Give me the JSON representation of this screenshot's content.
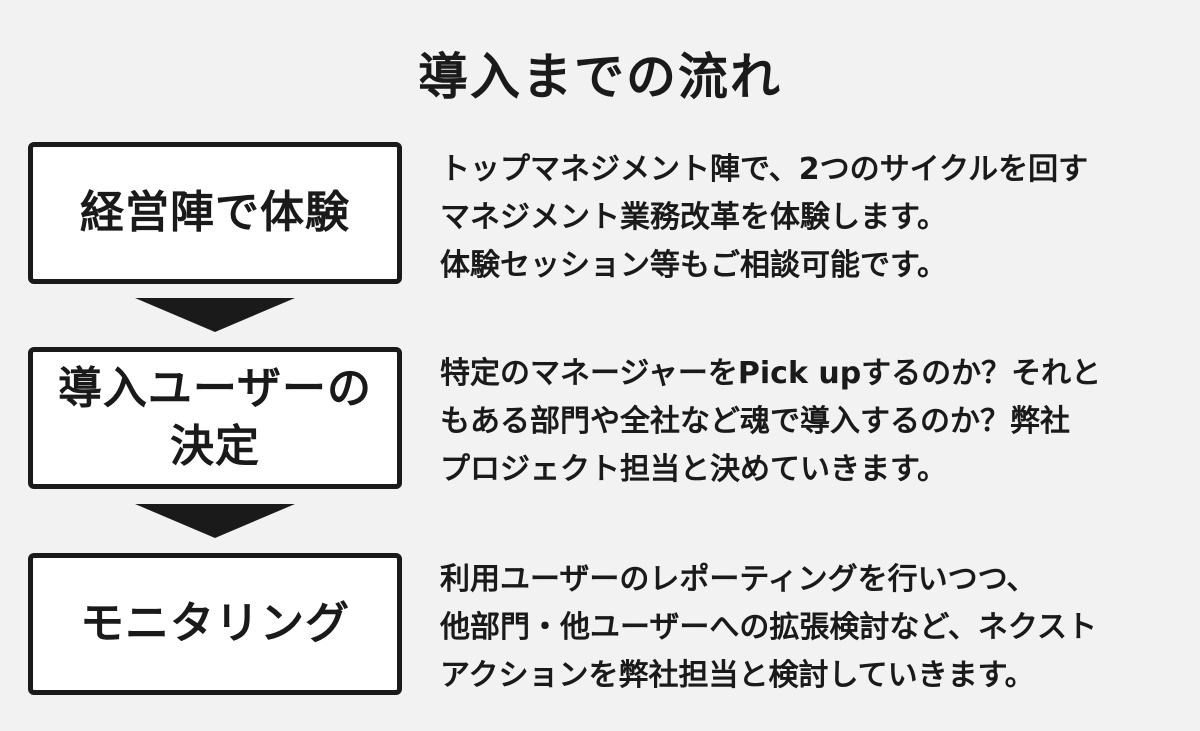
{
  "title": "導入までの流れ",
  "steps": [
    {
      "label": "経営陣で体験",
      "description": [
        "トップマネジメント陣で、2つのサイクルを回す",
        "マネジメント業務改革を体験します。",
        "体験セッション等もご相談可能です。"
      ]
    },
    {
      "label": "導入ユーザーの\n決定",
      "description": [
        "特定のマネージャーをPick upするのか？それと",
        "もある部門や全社など魂で導入するのか？弊社",
        "プロジェクト担当と決めていきます。"
      ]
    },
    {
      "label": "モニタリング",
      "description": [
        "利用ユーザーのレポーティングを行いつつ、",
        "他部門・他ユーザーへの拡張検討など、ネクスト",
        "アクションを弊社担当と検討していきます。"
      ]
    }
  ]
}
